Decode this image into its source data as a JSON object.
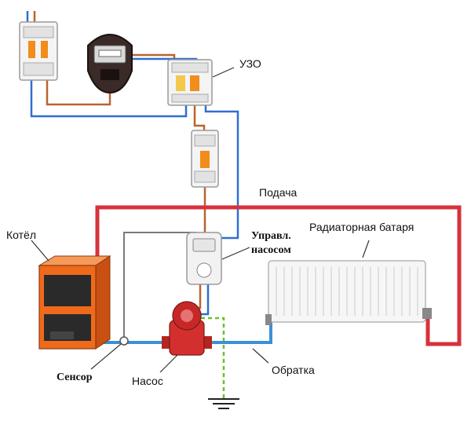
{
  "labels": {
    "uzo": "УЗО",
    "supply": "Подача",
    "boiler": "Котёл",
    "pump_control_line1": "Управл.",
    "pump_control_line2": "насосом",
    "radiator": "Радиаторная батаря",
    "sensor": "Сенсор",
    "pump": "Насос",
    "return": "Обратка"
  },
  "colors": {
    "supply_pipe": "#d6323c",
    "return_pipe": "#3b8fd6",
    "phase_wire": "#b8642f",
    "neutral_wire": "#2f6fd0",
    "ground_wire": "#6cbf2a",
    "boiler_body": "#f06a1c",
    "pump_body": "#d32f2f",
    "breaker_orange": "#f28c1a"
  }
}
